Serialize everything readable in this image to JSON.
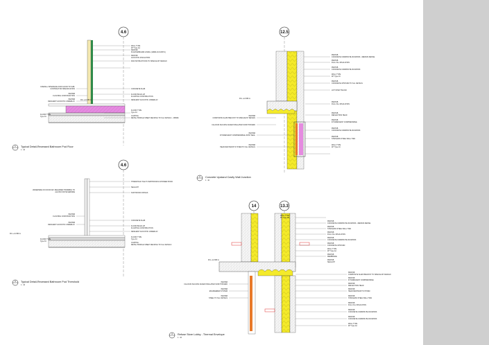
{
  "details": [
    {
      "id": "d1",
      "tag": "4.6",
      "number": "1",
      "title": "Typical Detail-Recessed Bathroom Pod Floor",
      "scale": "1 : 10",
      "right_labels": [
        "WALL TYPE",
        "W? Type 4A",
        "PENTAB",
        "PLASTERBOARD LINING (10MM ACOUSTIC)",
        "PENTAB",
        "ACOUSTIC INSULATION",
        "PAD INSTRUCTIONS TO SPECIALIST DESIGN",
        "CONCRETE SLAB",
        "FLOOR BUILD-UP",
        "FLOATING CONSTRUCTION",
        "RESILIENT ACOUSTIC UNDERLAY"
      ],
      "left_labels": [
        "OVERALL INTERFACE FOR FLOOR TO SUB-",
        "CONTRACTOR SPECIFICATION",
        "PENTAB",
        "FLOATING CONSTRUCTION",
        "PENTAB",
        "RESILIENT ACOUSTIC UNDERLAY"
      ],
      "bottom_labels": [
        "FLOOR TYPE",
        "Type F4",
        "COATING",
        "METAL PROFILE SHEET DECKING TO S.E. DETAILS - 150MM"
      ],
      "floor_left": [
        "FLOOR TYPE",
        "Type F4"
      ],
      "level": "FFL +11.580 m"
    },
    {
      "id": "d3",
      "tag": "4.6",
      "number": "3",
      "title": "Typical Detail-Recessed Bathroom Pod Threshold",
      "scale": "1 : 10",
      "right_labels": [
        "THRESHOLD TILE TO BATHROOM & SHOWER POOD",
        "SEALANT",
        "SOFTWOOD FIXINGS",
        "CONCRETE SLAB",
        "FLOOR BUILD-UP",
        "FLOATING CONSTRUCTION",
        "RESILIENT ACOUSTIC UNDERLAY"
      ],
      "left_labels": [
        "UNDERSIDE OF DOOR KEY REQUIRED TRIMMING TO",
        "ALLOW FOR SILVERSIDE",
        "PENTAB",
        "FLOATING CONSTRUCTION",
        "PENTAB",
        "RESILIENT ACOUSTIC UNDERLAY"
      ],
      "bottom_labels": [
        "FLOOR TYPE",
        "Type F4",
        "COATING",
        "METAL PROFILE SHEET DECKING TO S.E. DETAILS"
      ],
      "floor_left": [
        "FLOOR TYPE",
        "Type F4"
      ],
      "level": "FFL +11.580 m"
    },
    {
      "id": "d2",
      "tag": "12.5",
      "number": "2",
      "title": "Concrete Upstand Cavity Wall Junction",
      "scale": "1 : 10",
      "right_labels": [
        "PENTAB",
        "CONCRETE COMMON BLOCKWORK - MEDIUM DENSE",
        "PENTAB",
        "FULL FILL INSULATION",
        "PENTAB",
        "CONCRETE COMMON BLOCKWORK",
        "WALL TYPE",
        "W? Type 16",
        "PENTAB",
        "CONCRETE UPSTAND TO S.E. DETAILS",
        "LIFT SHAFT BLOCK",
        "PENTAB",
        "FULL FILL INSULATION",
        "PENTAB",
        "DEFLECTION HEAD",
        "PENTAB",
        "INTUMESCENT COMPRESSIBLE",
        "PENTAB",
        "CONCRETE COMMON BLOCKWORK",
        "PENTAB",
        "STAINLESS STEEL WALL TIES",
        "WALL TYPE",
        "W? Type 16"
      ],
      "left_labels": [
        "PENTAB",
        "COMPOSITE SLAB PRECOST TO SPECIALIST DESIGN",
        "CALCIUM SILICATE FACED INSULATED SOFFIT BOARD",
        "PENTAB",
        "INTUMESCENT COMPRESSIBLE JOINT SEAL",
        "PENTAB",
        "HEAD RESTRAINT SYSTEM TO S.E. DETAILS"
      ],
      "level": "FFL +11.580 m"
    },
    {
      "id": "d4",
      "tags": [
        "14",
        "13.3"
      ],
      "number": "4",
      "title": "Refuse Store Lobby - Thermal Envelope",
      "scale": "1 : 10",
      "right_labels": [
        "WALL TYPE",
        "W? Type 4B",
        "PENTAB",
        "CONCRETE COMMON BLOCKWORK - MEDIUM DENSE",
        "PENTAB",
        "STAINLESS STEEL WALL TIES",
        "PENTAB",
        "FULL FILL INSULATION",
        "PENTAB",
        "CONCRETE COMMON BLOCKWORK",
        "PENTAB",
        "CONCRETE UPSTAND",
        "WALL TYPE",
        "W? Type 4A",
        "PENTAB",
        "MEMBRANE",
        "PENTAB",
        "SEALANT",
        "PENTAB",
        "COMPOSITE SLAB PRECOST TO SPECIALIST DESIGN",
        "PENTAB",
        "INTUMESCENT COMPRESSIBLE",
        "PENTAB",
        "DEFLECTION HEAD",
        "PENTAB",
        "HEAD RESTRAINT SYSTEM",
        "PENTAB",
        "STAINLESS STEEL WALL TIES",
        "PENTAB",
        "FULL FILL INSULATION",
        "PENTAB",
        "CONCRETE COMMON BLOCKWORK",
        "PENTAB",
        "CONCRETE COMMON BLOCKWORK",
        "WALL TYPE",
        "W? Type 4A"
      ],
      "left_labels": [
        "PENTAB",
        "CALCIUM SILICATE FACED INSULATED SOFFIT BOARD",
        "PENTAB",
        "ENGINEERED SYSTEM",
        "PENTAB",
        "STEEL TO S.E. DETAILS"
      ],
      "level": "FFL +11.580 m"
    }
  ],
  "colors": {
    "insulation": "#f4ea2a",
    "acoustic": "#e58be0",
    "steel": "#e87a2a",
    "concrete": "#e9e9e9",
    "redline": "#e03030"
  }
}
